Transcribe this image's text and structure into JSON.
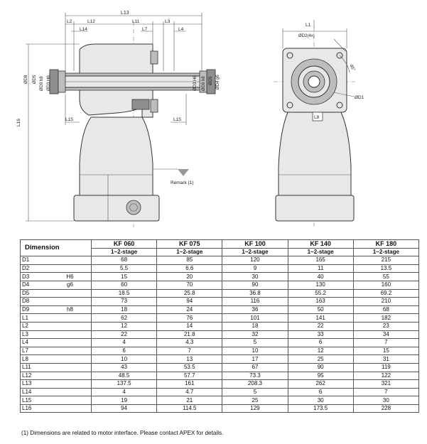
{
  "drawing": {
    "dims": {
      "L13": "L13",
      "L2": "L2",
      "L12": "L12",
      "L11": "L11",
      "L7": "L7",
      "L3": "L3",
      "L4": "L4",
      "L14": "L14",
      "L15": "L15",
      "L16": "L16",
      "D8": "ØD8",
      "D5": "ØD5",
      "D9": "ØD9 h8",
      "D3": "ØD3 H6",
      "D5r": "ØD5",
      "D4": "ØD4 g6",
      "L1": "L1",
      "D2": "ØD2(4x)",
      "angle": "45°",
      "D1": "ØD1",
      "L8": "L8"
    },
    "remark": "Remark (1)"
  },
  "table": {
    "dimension_header": "Dimension",
    "models": [
      "KF 060",
      "KF 075",
      "KF 100",
      "KF 140",
      "KF 180"
    ],
    "stage_label": "1~2-stage",
    "rows": [
      {
        "dim": "D1",
        "tol": "",
        "values": [
          "68",
          "85",
          "120",
          "165",
          "215"
        ]
      },
      {
        "dim": "D2",
        "tol": "",
        "values": [
          "5.5",
          "6.6",
          "9",
          "11",
          "13.5"
        ]
      },
      {
        "dim": "D3",
        "tol": "H6",
        "values": [
          "15",
          "20",
          "30",
          "40",
          "55"
        ]
      },
      {
        "dim": "D4",
        "tol": "g6",
        "values": [
          "60",
          "70",
          "90",
          "130",
          "160"
        ]
      },
      {
        "dim": "D5",
        "tol": "",
        "values": [
          "18.5",
          "25.8",
          "36.8",
          "55.2",
          "69.2"
        ]
      },
      {
        "dim": "D8",
        "tol": "",
        "values": [
          "73",
          "94",
          "116",
          "163",
          "210"
        ]
      },
      {
        "dim": "D9",
        "tol": "h8",
        "values": [
          "18",
          "24",
          "36",
          "50",
          "68"
        ]
      },
      {
        "dim": "L1",
        "tol": "",
        "values": [
          "62",
          "76",
          "101",
          "141",
          "182"
        ]
      },
      {
        "dim": "L2",
        "tol": "",
        "values": [
          "12",
          "14",
          "18",
          "22",
          "23"
        ]
      },
      {
        "dim": "L3",
        "tol": "",
        "values": [
          "22",
          "21.8",
          "32",
          "33",
          "34"
        ]
      },
      {
        "dim": "L4",
        "tol": "",
        "values": [
          "4",
          "4.3",
          "5",
          "6",
          "7"
        ]
      },
      {
        "dim": "L7",
        "tol": "",
        "values": [
          "6",
          "7",
          "10",
          "12",
          "15"
        ]
      },
      {
        "dim": "L8",
        "tol": "",
        "values": [
          "10",
          "13",
          "17",
          "25",
          "31"
        ]
      },
      {
        "dim": "L11",
        "tol": "",
        "values": [
          "43",
          "53.5",
          "67",
          "90",
          "119"
        ]
      },
      {
        "dim": "L12",
        "tol": "",
        "values": [
          "48.5",
          "57.7",
          "73.3",
          "95",
          "122"
        ]
      },
      {
        "dim": "L13",
        "tol": "",
        "values": [
          "137.5",
          "161",
          "208.3",
          "262",
          "321"
        ]
      },
      {
        "dim": "L14",
        "tol": "",
        "values": [
          "4",
          "4.7",
          "5",
          "6",
          "7"
        ]
      },
      {
        "dim": "L15",
        "tol": "",
        "values": [
          "19",
          "21",
          "25",
          "30",
          "30"
        ]
      },
      {
        "dim": "L16",
        "tol": "",
        "values": [
          "94",
          "114.5",
          "129",
          "173.5",
          "228"
        ]
      }
    ]
  },
  "footnote": "(1) Dimensions are related to motor interface. Please contact APEX for details."
}
